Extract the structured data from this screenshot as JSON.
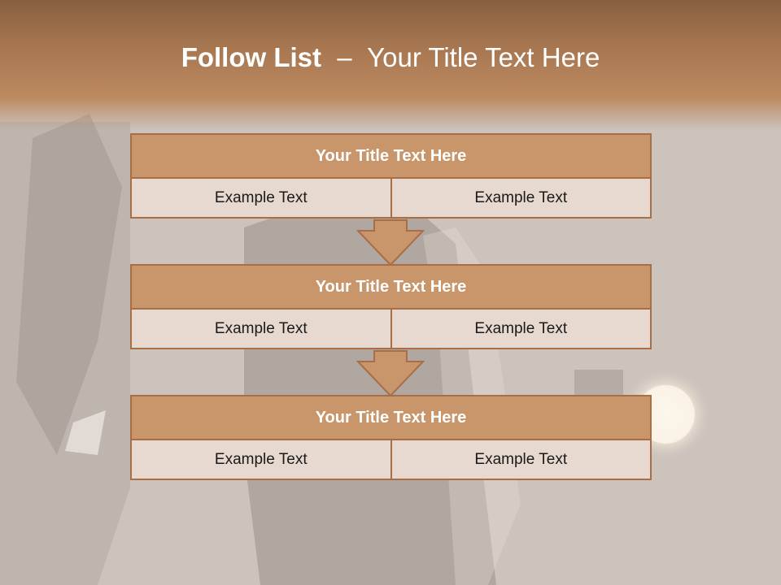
{
  "title": {
    "bold": "Follow List",
    "dash": "–",
    "rest": "Your Title Text Here"
  },
  "blocks": [
    {
      "title": "Your Title Text Here",
      "left": "Example Text",
      "right": "Example Text"
    },
    {
      "title": "Your Title Text Here",
      "left": "Example Text",
      "right": "Example Text"
    },
    {
      "title": "Your Title Text Here",
      "left": "Example Text",
      "right": "Example Text"
    }
  ],
  "colors": {
    "banner": "#a67650",
    "header_fill": "#c9966c",
    "cell_fill": "#e8d9d0",
    "border": "#a86f47"
  }
}
